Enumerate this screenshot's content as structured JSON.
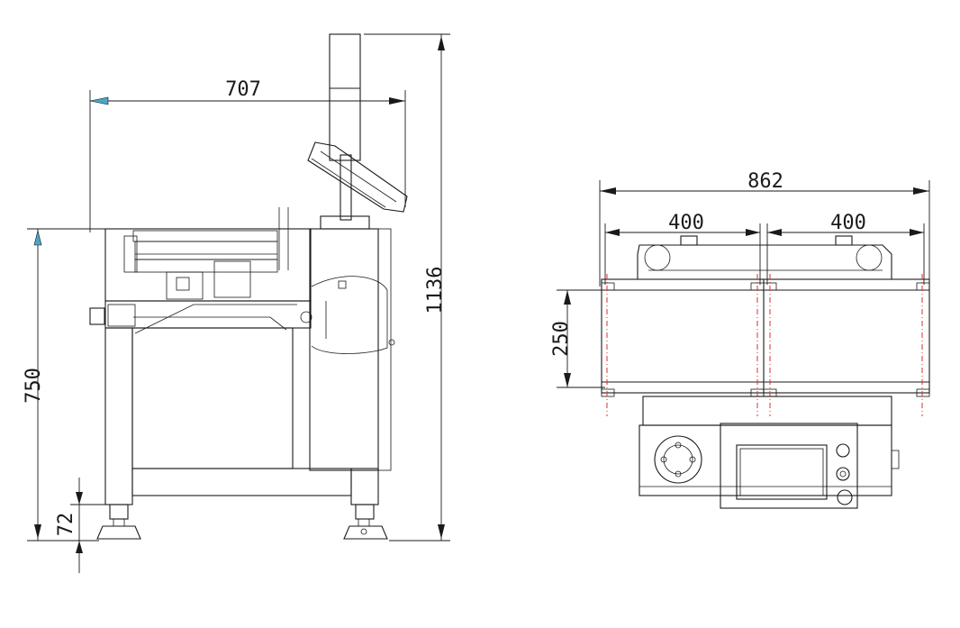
{
  "drawing": {
    "side_view": {
      "width_dimension": "707",
      "height_dimension": "750",
      "total_height_dimension": "1136",
      "foot_dimension": "72"
    },
    "front_view": {
      "total_width_dimension": "862",
      "left_lane_dimension": "400",
      "right_lane_dimension": "400",
      "depth_dimension": "250"
    }
  }
}
